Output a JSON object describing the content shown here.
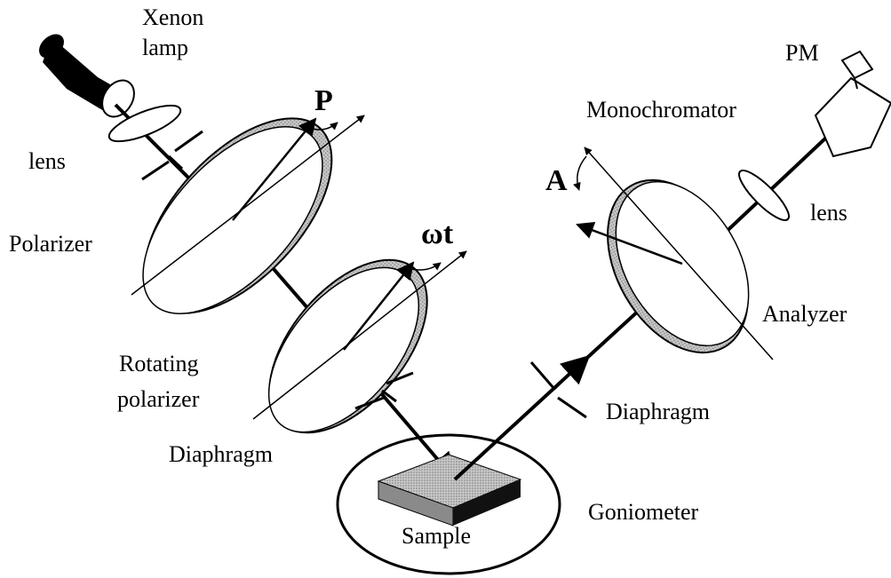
{
  "labels": {
    "xenon_line1": "Xenon",
    "xenon_line2": "lamp",
    "lens_left": "lens",
    "polarizer": "Polarizer",
    "rotating_line1": "Rotating",
    "rotating_line2": "polarizer",
    "diaphragm_left": "Diaphragm",
    "sample": "Sample",
    "goniometer": "Goniometer",
    "diaphragm_right": "Diaphragm",
    "analyzer": "Analyzer",
    "lens_right": "lens",
    "monochromator": "Monochromator",
    "pm": "PM"
  },
  "symbols": {
    "p": "P",
    "omega_t": "ωt",
    "a": "A"
  },
  "colors": {
    "ink": "#000000",
    "rim_fill": "#b5b5b5",
    "sample_top": "#9c9c9c",
    "sample_side": "#6e6e6e",
    "sample_front": "#111111"
  }
}
